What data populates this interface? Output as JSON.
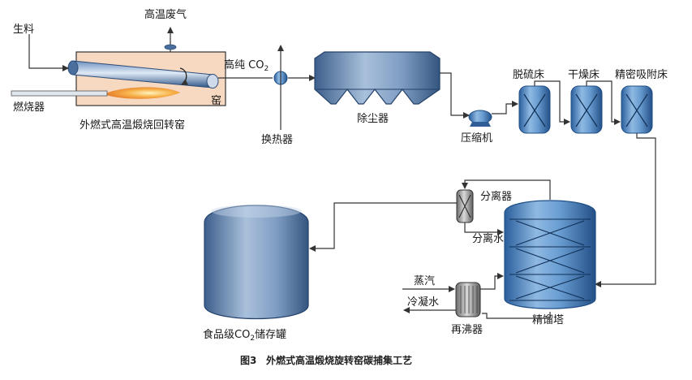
{
  "labels": {
    "raw_material": "生料",
    "hot_exhaust": "高温废气",
    "burner": "燃烧器",
    "kiln_tail": "窑",
    "kiln_name": "外燃式高温煅烧回转窑",
    "co2_main": "高纯 CO",
    "co2_sub": "2",
    "heat_exchanger": "换热器",
    "dust_remover": "除尘器",
    "compressor": "压缩机",
    "desulfurization_bed": "脱硫床",
    "drying_bed": "干燥床",
    "fine_adsorption_bed": "精密吸附床",
    "separator": "分离器",
    "separated_water": "分离水",
    "steam": "蒸汽",
    "condensate": "冷凝水",
    "reboiler": "再沸器",
    "rectifier": "精馏塔",
    "tank_pre": "食品级CO",
    "tank_sub": "2",
    "tank_post": "储存罐"
  },
  "caption": {
    "number": "图3",
    "title": "外燃式高温煅烧旋转窑碳捕集工艺"
  },
  "colors": {
    "vessel_blue": "#2f6fb0",
    "vessel_light": "#8dbbe6",
    "kiln_body": "#f7d8c0",
    "flame": "#f0a040",
    "line": "#333333"
  }
}
